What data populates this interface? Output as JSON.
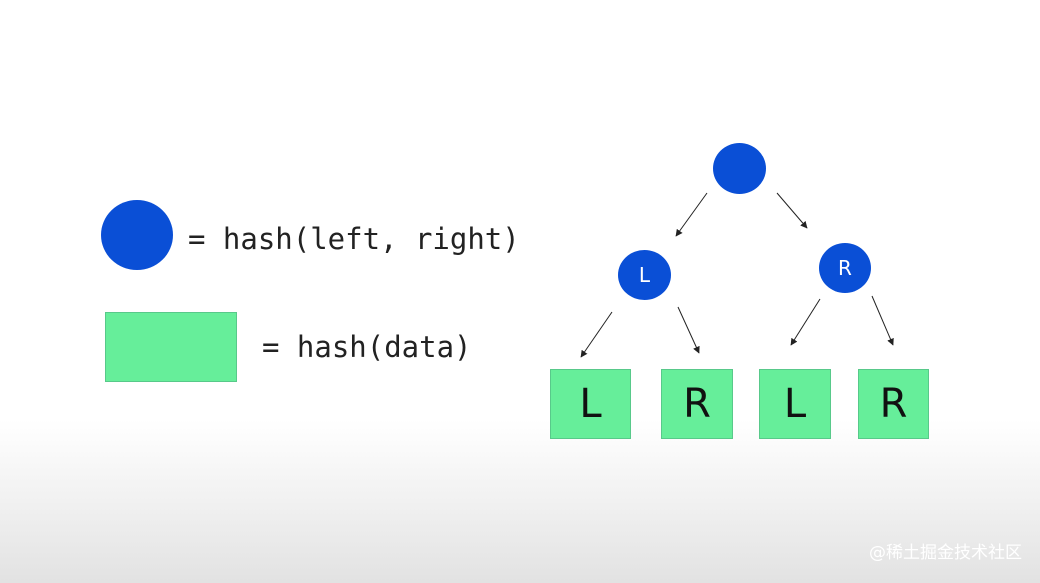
{
  "legend": {
    "node_formula": "= hash(left, right)",
    "leaf_formula": "= hash(data)"
  },
  "tree": {
    "root_label": "",
    "left_node_label": "L",
    "right_node_label": "R",
    "leaves": [
      "L",
      "R",
      "L",
      "R"
    ]
  },
  "watermark": "@稀土掘金技术社区",
  "colors": {
    "node": "#0a4fd6",
    "leaf": "#66ee9a",
    "edge": "#222222"
  }
}
